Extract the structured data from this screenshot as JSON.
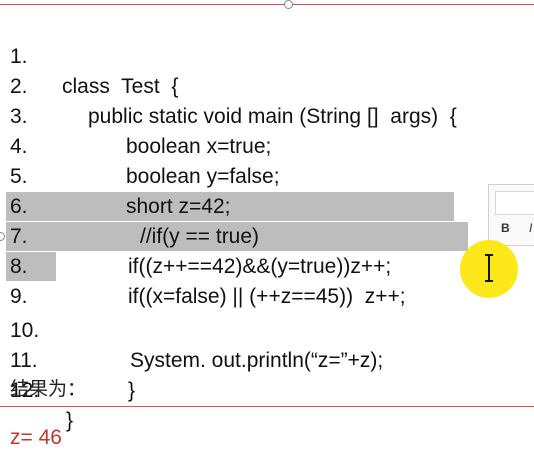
{
  "code": {
    "lines": [
      {
        "num": "1.",
        "text": "class  Test  {"
      },
      {
        "num": "2.",
        "text": "public static void main (String []  args)  {"
      },
      {
        "num": "3.",
        "text": "boolean x=true;"
      },
      {
        "num": "4.",
        "text": "boolean y=false;"
      },
      {
        "num": "5.",
        "text": "short z=42;"
      },
      {
        "num": "6.",
        "text": "//if(y == true)"
      },
      {
        "num": "7.",
        "text": "if((z++==42)&&(y=true))z++;"
      },
      {
        "num": "8.",
        "text": "if((x=false) || (++z==45))  z++;"
      },
      {
        "num": "9.",
        "text": ""
      },
      {
        "num": "10.",
        "text": "System. out.println(“z=”+z);"
      },
      {
        "num": "11.",
        "text": "}"
      },
      {
        "num": "12.",
        "text": "}"
      }
    ]
  },
  "result_label": "结果为：",
  "answer": "z= 46",
  "toolbar": {
    "bold_label": "B",
    "italic_label": "I"
  },
  "colors": {
    "highlight": "#bdbdbd",
    "answer": "#c0392b",
    "border": "#d9534f",
    "cursor_halo": "#ffe600"
  },
  "icons": {
    "cursor": "text-cursor-icon"
  }
}
